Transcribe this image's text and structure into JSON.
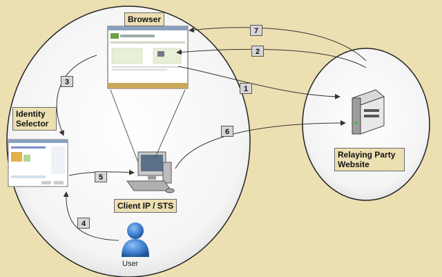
{
  "labels": {
    "browser": "Browser",
    "identity_selector": "Identity\nSelector",
    "relaying_party": "Relaying Party\nWebsite",
    "client": "Client IP / STS",
    "user": "User"
  },
  "steps": [
    "1",
    "2",
    "3",
    "4",
    "5",
    "6",
    "7"
  ],
  "colors": {
    "background": "#ecdfb2",
    "circle_fill": "#ffffff",
    "label_border": "#6b6b6b",
    "step_fill": "#d6d6d6",
    "user_blue": "#3d7fcf"
  }
}
